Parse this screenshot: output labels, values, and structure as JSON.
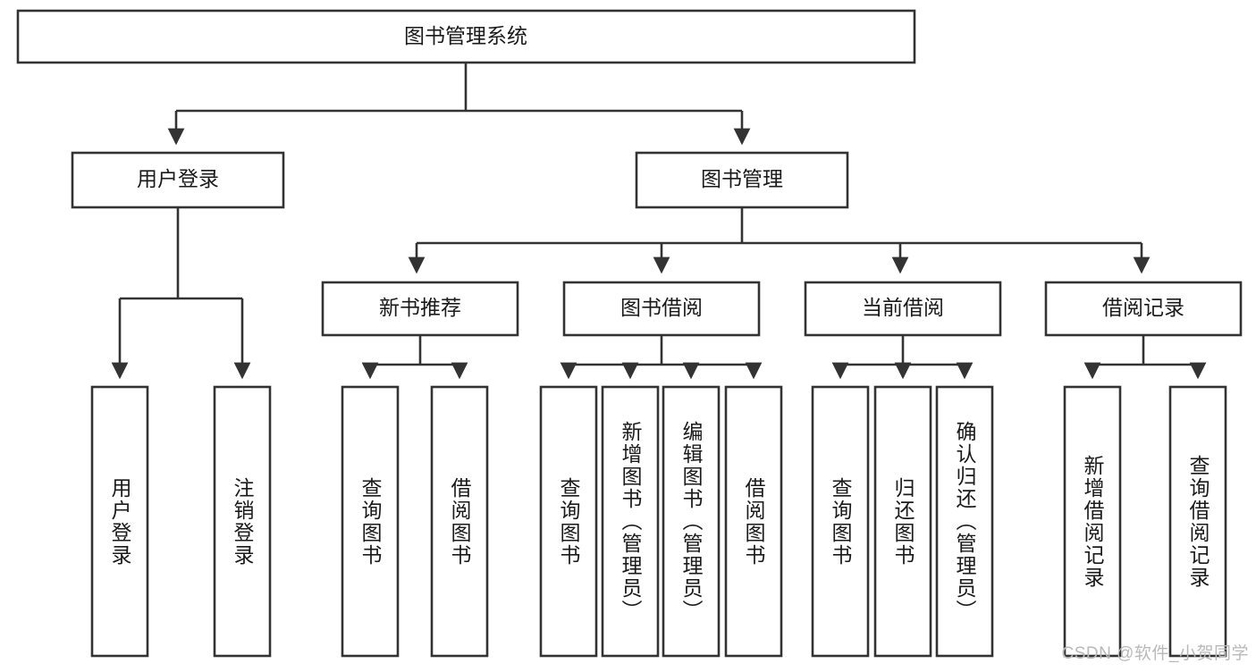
{
  "diagram": {
    "title": "图书管理系统",
    "type": "tree",
    "watermark": "CSDN @软件_小贺同学",
    "colors": {
      "box_stroke": "#333333",
      "box_fill": "#ffffff",
      "text": "#1a1a1a",
      "background": "#ffffff",
      "watermark": "#b9b9b9"
    },
    "levels": {
      "root": {
        "label": "图书管理系统"
      },
      "level2": [
        {
          "id": "user-login",
          "label": "用户登录"
        },
        {
          "id": "book-management",
          "label": "图书管理"
        }
      ],
      "level3": [
        {
          "id": "new-book-recommend",
          "label": "新书推荐",
          "parent": "book-management"
        },
        {
          "id": "book-borrow",
          "label": "图书借阅",
          "parent": "book-management"
        },
        {
          "id": "current-borrow",
          "label": "当前借阅",
          "parent": "book-management"
        },
        {
          "id": "borrow-record",
          "label": "借阅记录",
          "parent": "book-management"
        }
      ],
      "leaves": [
        {
          "id": "leaf-user-login",
          "label": "用户登录",
          "parent": "user-login"
        },
        {
          "id": "leaf-logout-login",
          "label": "注销登录",
          "parent": "user-login"
        },
        {
          "id": "leaf-query-book-1",
          "label": "查询图书",
          "parent": "new-book-recommend"
        },
        {
          "id": "leaf-borrow-book-1",
          "label": "借阅图书",
          "parent": "new-book-recommend"
        },
        {
          "id": "leaf-query-book-2",
          "label": "查询图书",
          "parent": "book-borrow"
        },
        {
          "id": "leaf-add-book",
          "label": "新增图书（管理员）",
          "parent": "book-borrow"
        },
        {
          "id": "leaf-edit-book",
          "label": "编辑图书（管理员）",
          "parent": "book-borrow"
        },
        {
          "id": "leaf-borrow-book-2",
          "label": "借阅图书",
          "parent": "book-borrow"
        },
        {
          "id": "leaf-query-book-3",
          "label": "查询图书",
          "parent": "current-borrow"
        },
        {
          "id": "leaf-return-book",
          "label": "归还图书",
          "parent": "current-borrow"
        },
        {
          "id": "leaf-confirm-return",
          "label": "确认归还（管理员）",
          "parent": "current-borrow"
        },
        {
          "id": "leaf-add-record",
          "label": "新增借阅记录",
          "parent": "borrow-record"
        },
        {
          "id": "leaf-query-record",
          "label": "查询借阅记录",
          "parent": "borrow-record"
        }
      ]
    }
  }
}
